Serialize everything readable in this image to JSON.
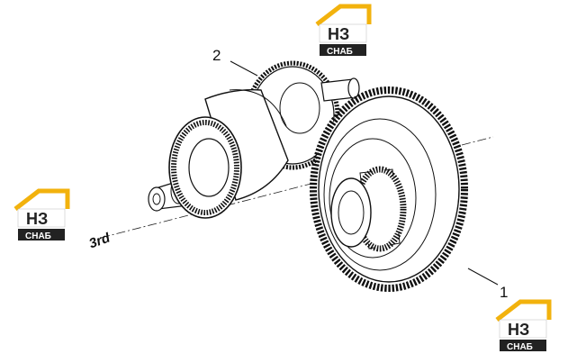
{
  "diagram": {
    "callouts": [
      {
        "id": "part-1",
        "label": "1"
      },
      {
        "id": "part-2",
        "label": "2"
      }
    ],
    "axis_note": "3rd",
    "watermark": {
      "letters": "НЗ",
      "text": "СНАБ",
      "colors": {
        "roof": "#f2b20d",
        "plate": "#222222",
        "text": "#ffffff"
      }
    }
  }
}
